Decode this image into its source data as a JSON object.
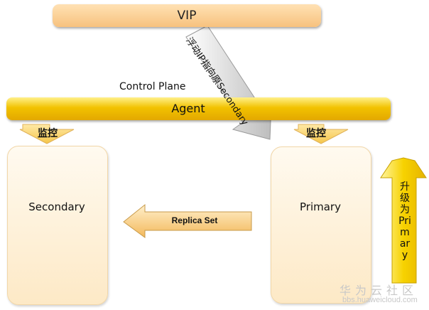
{
  "vip": {
    "label": "VIP"
  },
  "control_plane": {
    "label": "Control Plane"
  },
  "agent": {
    "label": "Agent"
  },
  "monitor": {
    "left_label": "监控",
    "right_label": "监控"
  },
  "floating_ip": {
    "text": "浮动IP指向原Secondary"
  },
  "secondary": {
    "label": "Secondary",
    "status_icon": "red-x-icon"
  },
  "primary": {
    "label": "Primary"
  },
  "replica_set": {
    "label": "Replica Set"
  },
  "upgrade": {
    "lines": [
      "升",
      "级",
      "为",
      "Pri",
      "m",
      "ar",
      "y"
    ]
  },
  "watermark": {
    "cn": "华为云社区",
    "url": "bbs.huaweicloud.com"
  },
  "colors": {
    "vip_bar": "#f7c27e",
    "agent_bar": "#f2c200",
    "node_fill": "#fde9c6",
    "x_mark": "#e81717",
    "arrow_gray": "#c9c9c9"
  }
}
